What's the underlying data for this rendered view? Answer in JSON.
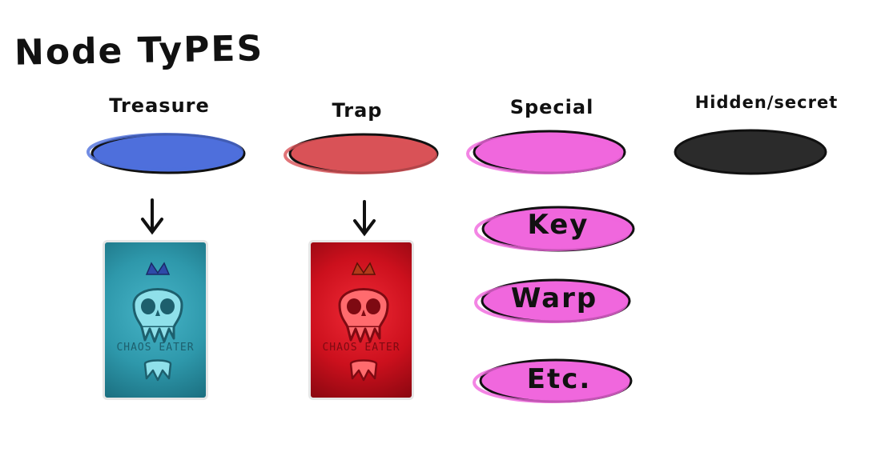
{
  "title": "Node TyPES",
  "columns": {
    "treasure": {
      "label": "Treasure",
      "color": "#4e6fdc"
    },
    "trap": {
      "label": "Trap",
      "color": "#d95257"
    },
    "special": {
      "label": "Special",
      "color": "#f067dd"
    },
    "hidden": {
      "label": "Hidden/secret",
      "color": "#2b2b2b"
    }
  },
  "special_items": [
    "Key",
    "Warp",
    "Etc."
  ],
  "cards": {
    "treasure": {
      "text": "CHAOS EATER",
      "color": "#2e98ab"
    },
    "trap": {
      "text": "CHAOS EATER",
      "color": "#cc101d"
    }
  }
}
